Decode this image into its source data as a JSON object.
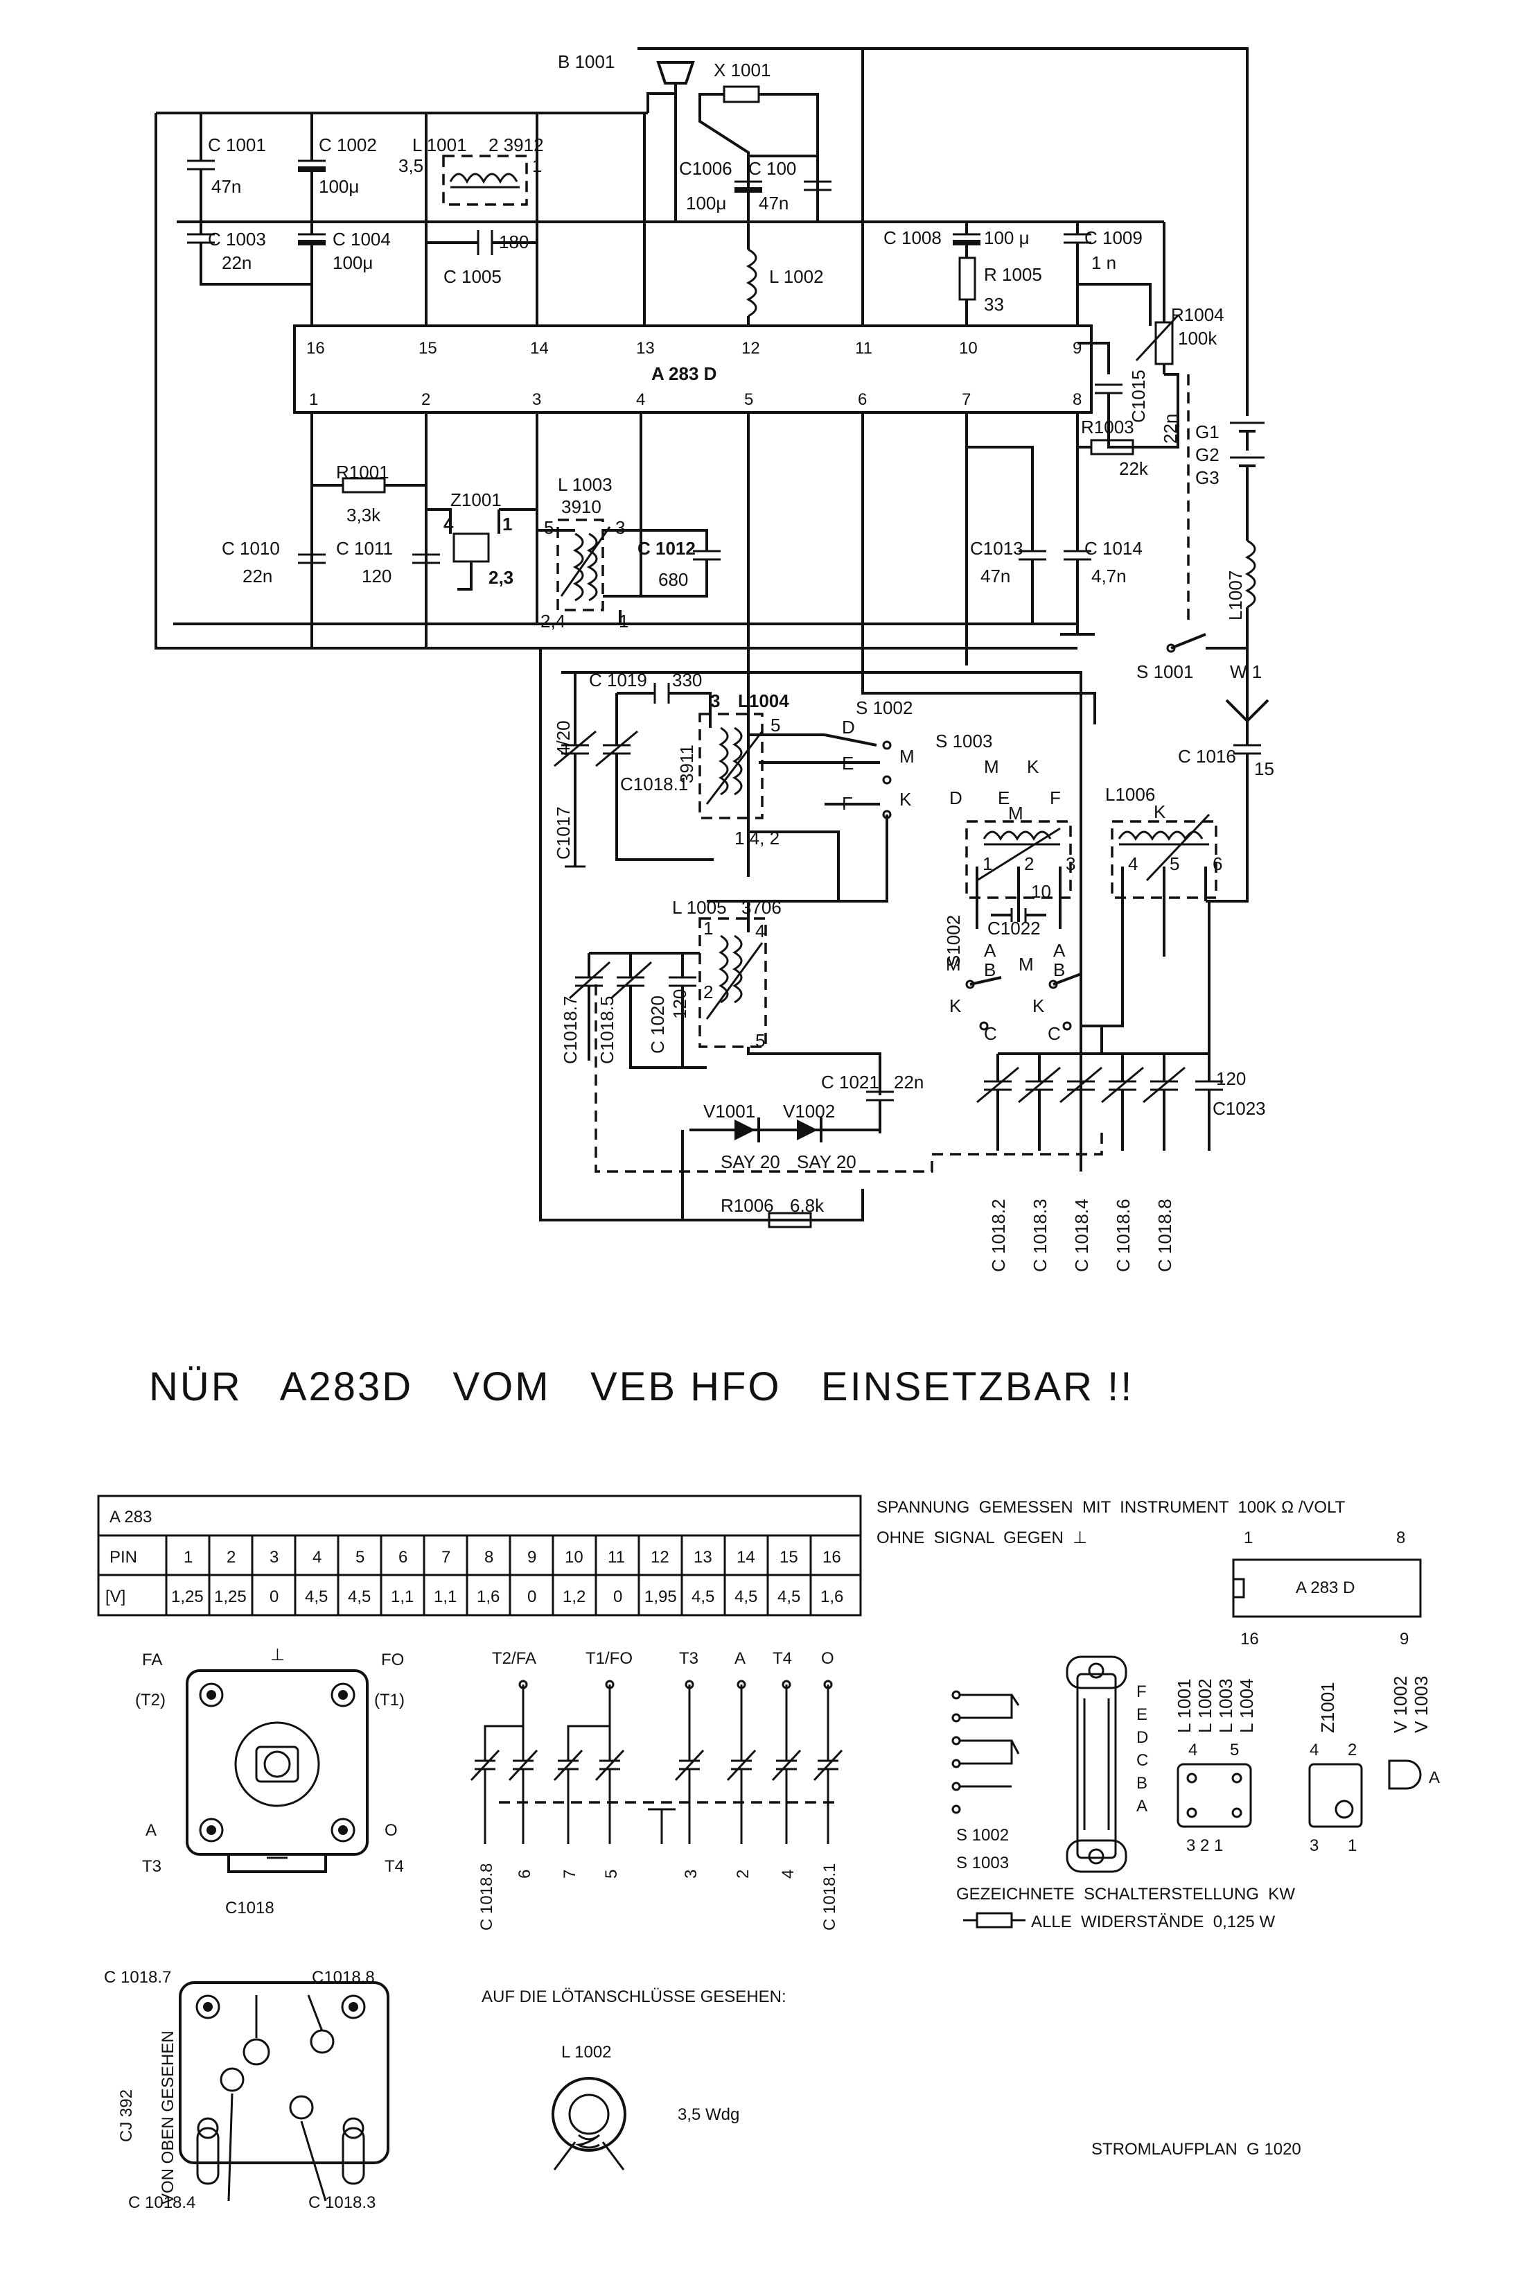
{
  "top_labels": {
    "b1001": "B 1001",
    "x1001": "X 1001",
    "c1001": "C 1001",
    "c1001_v": "47n",
    "c1002": "C 1002",
    "c1002_v": "100μ",
    "l1001": "L 1001",
    "l1001_pins": "2  3912",
    "l1001_35": "3,5",
    "l1001_1": "1",
    "c1006": "C1006",
    "c1006_v": "100μ",
    "c100": "C 100",
    "c100_v": "47n",
    "c1003": "C 1003",
    "c1003_v": "22n",
    "c1004": "C 1004",
    "c1004_v": "100μ",
    "c1005": "C 1005",
    "c1005_v": "180",
    "l1002": "L 1002",
    "c1008": "C 1008",
    "c1008_v": "100 μ",
    "r1005": "R 1005",
    "r1005_v": "33",
    "c1009": "C 1009",
    "c1009_v": "1 n",
    "r1004": "R1004",
    "r1004_v": "100k",
    "c1015": "C1015",
    "c1015_v": "22n",
    "r1003": "R1003",
    "r1003_v": "22k",
    "g1": "G1",
    "g2": "G2",
    "g3": "G3",
    "l1007": "L1007",
    "ic_name": "A 283 D",
    "r1001": "R1001",
    "r1001_v": "3,3k",
    "z1001": "Z1001",
    "z1001_4": "4",
    "z1001_1": "1",
    "z1001_23": "2,3",
    "l1003": "L 1003",
    "l1003_code": "3910",
    "l1003_5": "5",
    "l1003_3": "3",
    "l1003_24": "2,4",
    "l1003_1": "1",
    "c1012": "C 1012",
    "c1012_v": "680",
    "c1010": "C 1010",
    "c1010_v": "22n",
    "c1011": "C 1011",
    "c1011_v": "120",
    "c1013": "C1013",
    "c1013_v": "47n",
    "c1014": "C 1014",
    "c1014_v": "4,7n",
    "s1001": "S 1001",
    "w1": "W 1"
  },
  "ic_pins_top": [
    "16",
    "15",
    "14",
    "13",
    "12",
    "11",
    "10",
    "9"
  ],
  "ic_pins_bottom": [
    "1",
    "2",
    "3",
    "4",
    "5",
    "6",
    "7",
    "8"
  ],
  "rf_labels": {
    "c1019": "C 1019",
    "c1019_v": "330",
    "l1004": "L1004",
    "l1004_3": "3",
    "l1004_5": "5",
    "l1004_code": "3911",
    "l1004_142": "1 4, 2",
    "c1017": "C1017",
    "c1017_v": "4/20",
    "c1018_1": "C1018.1",
    "s1002": "S 1002",
    "s1003": "S 1003",
    "sw_D": "D",
    "sw_E": "E",
    "sw_F": "F",
    "sw_M": "M",
    "sw_K": "K",
    "s1003_M": "M",
    "s1003_K": "K",
    "s1003_D": "D",
    "s1003_E": "E",
    "s1003_F": "F",
    "s1003_M2": "M",
    "l1006": "L1006",
    "l1006_K": "K",
    "c1016": "C 1016",
    "c1016_v": "15",
    "l1006_p1": "1",
    "l1006_p2": "2",
    "l1006_p3": "3",
    "l1006_p4": "4",
    "l1006_p5": "5",
    "l1006_p6": "6",
    "c1022": "C1022",
    "c1022_v": "10",
    "s1002b": "S1002",
    "l1005": "L 1005",
    "l1005_code": "3706",
    "l1005_1": "1",
    "l1005_4": "4",
    "l1005_2": "2",
    "l1005_5": "5",
    "c1018_7": "C1018.7",
    "c1018_5": "C1018.5",
    "c1020": "C 1020",
    "c1020_v": "120",
    "c1021": "C 1021",
    "c1021_v": "22n",
    "v1001": "V1001",
    "v1002": "V1002",
    "say20a": "SAY 20",
    "say20b": "SAY 20",
    "r1006": "R1006",
    "r1006_v": "6,8k",
    "c1023": "C1023",
    "c1023_v": "120",
    "sw2_M1": "M",
    "sw2_A1": "A",
    "sw2_B1": "B",
    "sw2_M2": "M",
    "sw2_A2": "A",
    "sw2_B2": "B",
    "sw2_K1": "K",
    "sw2_C1": "C",
    "sw2_K2": "K",
    "sw2_C2": "C",
    "vert_caps": [
      "C 1018.2",
      "C 1018.3",
      "C 1018.4",
      "C 1018.6",
      "C 1018.8"
    ]
  },
  "banner": "NÜR   A283D   VOM   VEB HFO   EINSETZBAR !!",
  "voltage_table": {
    "title": "A 283",
    "row_pin_label": "PIN",
    "row_v_label": "[V]",
    "pins": [
      "1",
      "2",
      "3",
      "4",
      "5",
      "6",
      "7",
      "8",
      "9",
      "10",
      "11",
      "12",
      "13",
      "14",
      "15",
      "16"
    ],
    "volts": [
      "1,25",
      "1,25",
      "0",
      "4,5",
      "4,5",
      "1,1",
      "1,1",
      "1,6",
      "0",
      "1,2",
      "0",
      "1,95",
      "4,5",
      "4,5",
      "4,5",
      "1,6"
    ]
  },
  "notes": {
    "line1": "SPANNUNG  GEMESSEN  MIT  INSTRUMENT  100K Ω /VOLT",
    "line2": "OHNE  SIGNAL  GEGEN  ⊥",
    "ic_pin1": "1",
    "ic_pin8": "8",
    "ic_pin16": "16",
    "ic_pin9": "9",
    "ic_label": "A 283 D"
  },
  "c1018_top": {
    "fa": "FA",
    "fo": "FO",
    "t2": "(T2)",
    "t1": "(T1)",
    "a": "A",
    "o": "O",
    "t3": "T3",
    "t4": "T4",
    "gnd": "⊥",
    "caption": "C1018"
  },
  "gang": {
    "headers": [
      "T2/FA",
      "T1/FO",
      "T3",
      "A",
      "T4",
      "O"
    ],
    "bottom": [
      "C 1018.8",
      "6",
      "7",
      "5",
      "3",
      "2",
      "4",
      "C 1018.1"
    ],
    "caption": "AUF DIE LÖTANSCHLÜSSE GESEHEN:"
  },
  "switch_block": {
    "letters": [
      "F",
      "E",
      "D",
      "C",
      "B",
      "A"
    ],
    "s1002": "S 1002",
    "s1003": "S 1003"
  },
  "coils": {
    "names": [
      "L 1001",
      "L 1002",
      "L 1003",
      "L 1004"
    ],
    "pins_top": [
      "4",
      "5"
    ],
    "pins_bottom": [
      "3 2 1"
    ],
    "z_name": "Z1001",
    "z_top": [
      "4",
      "2"
    ],
    "z_bottom": [
      "3",
      "1"
    ],
    "v_names": [
      "V 1002",
      "V 1003"
    ],
    "v_a": "A"
  },
  "switch_caption": "GEZEICHNETE  SCHALTERSTELLUNG  KW",
  "resistor_note": "ALLE  WIDERSTÄNDE  0,125 W",
  "bottom_view": {
    "c1018_7": "C 1018.7",
    "c1018_8": "C1018.8",
    "cj": "CJ 392",
    "von": "VON OBEN GESEHEN",
    "c1018_4": "C 1018.4",
    "c1018_3": "C 1018.3"
  },
  "l1002_detail": {
    "name": "L 1002",
    "turns": "3,5 Wdg"
  },
  "title_block": "STROMLAUFPLAN  G 1020"
}
